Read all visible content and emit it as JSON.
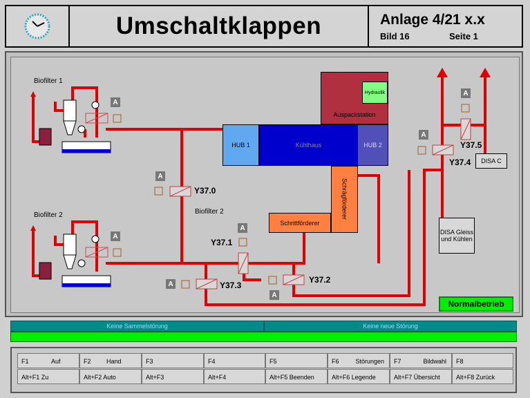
{
  "header": {
    "title": "Umschaltklappen",
    "anlage": "Anlage  4/21 x.x",
    "bild": "Bild 16",
    "seite": "Seite 1"
  },
  "labels": {
    "biofilter1": "Biofilter 1",
    "biofilter2": "Biofilter 2",
    "biofilter2b": "Biofilter 2",
    "hub1": "HUB 1",
    "kuehlhaus": "Kühlhaus",
    "hub2": "HUB 2",
    "auspackstation": "Auspackstation",
    "hydraulik": "Hydraulik",
    "schraegfoerderer": "Schrägförderer",
    "schrittfoerderer": "Schrittförderer",
    "disa_c": "DISA C",
    "disa_gleiss": "DISA Gleiss und Kühlen"
  },
  "valves": {
    "y370": "Y37.0",
    "y371": "Y37.1",
    "y372": "Y37.2",
    "y373": "Y37.3",
    "y374": "Y37.4",
    "y375": "Y37.5"
  },
  "badge": "A",
  "status": "Normalbetrieb",
  "messages": {
    "left": "Keine Sammelstörung",
    "right": "Keine neue Störung"
  },
  "fkeys": {
    "row1": [
      {
        "k": "F1",
        "v": "Auf"
      },
      {
        "k": "F2",
        "v": "Hand"
      },
      {
        "k": "F3",
        "v": ""
      },
      {
        "k": "F4",
        "v": ""
      },
      {
        "k": "F5",
        "v": ""
      },
      {
        "k": "F6",
        "v": "Störungen"
      },
      {
        "k": "F7",
        "v": "Bildwahl"
      },
      {
        "k": "F8",
        "v": ""
      }
    ],
    "row2": [
      "Alt+F1  Zu",
      "Alt+F2  Auto",
      "Alt+F3",
      "Alt+F4",
      "Alt+F5  Beenden",
      "Alt+F6 Legende",
      "Alt+F7 Übersicht",
      "Alt+F8  Zurück"
    ]
  },
  "colors": {
    "pipe": "#e00000",
    "kuehlhaus": "#0000cc",
    "hub1": "#60a8f0",
    "hub2": "#5050b8",
    "auspack": "#b03040",
    "foerderer": "#ff8040",
    "status": "#00ee00"
  }
}
